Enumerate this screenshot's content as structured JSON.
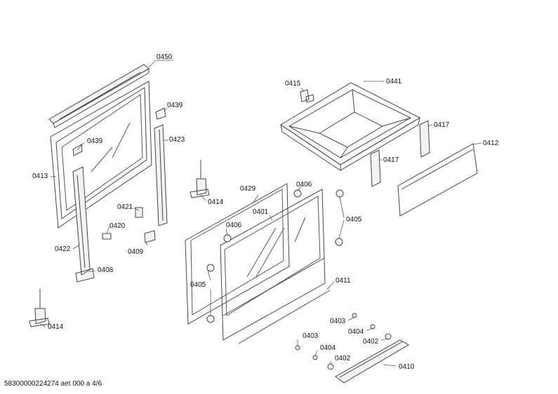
{
  "labels": [
    {
      "id": "0450",
      "text": "0450"
    },
    {
      "id": "0439a",
      "text": "0439"
    },
    {
      "id": "0439b",
      "text": "0439"
    },
    {
      "id": "0423",
      "text": "0423"
    },
    {
      "id": "0413",
      "text": "0413"
    },
    {
      "id": "0421",
      "text": "0421"
    },
    {
      "id": "0420",
      "text": "0420"
    },
    {
      "id": "0409",
      "text": "0409"
    },
    {
      "id": "0422",
      "text": "0422"
    },
    {
      "id": "0408",
      "text": "0408"
    },
    {
      "id": "0414a",
      "text": "0414"
    },
    {
      "id": "0414b",
      "text": "0414"
    },
    {
      "id": "0429",
      "text": "0429"
    },
    {
      "id": "0406a",
      "text": "0406"
    },
    {
      "id": "0406b",
      "text": "0406"
    },
    {
      "id": "0401",
      "text": "0401"
    },
    {
      "id": "0405a",
      "text": "0405"
    },
    {
      "id": "0405b",
      "text": "0405"
    },
    {
      "id": "0411",
      "text": "0411"
    },
    {
      "id": "0415",
      "text": "0415"
    },
    {
      "id": "0441",
      "text": "0441"
    },
    {
      "id": "0417a",
      "text": "0417"
    },
    {
      "id": "0417b",
      "text": "0417"
    },
    {
      "id": "0412",
      "text": "0412"
    },
    {
      "id": "0403a",
      "text": "0403"
    },
    {
      "id": "0403b",
      "text": "0403"
    },
    {
      "id": "0404a",
      "text": "0404"
    },
    {
      "id": "0404b",
      "text": "0404"
    },
    {
      "id": "0402a",
      "text": "0402"
    },
    {
      "id": "0402b",
      "text": "0402"
    },
    {
      "id": "0410",
      "text": "0410"
    }
  ],
  "footer": "58300000224274 aet 000 a 4/6"
}
